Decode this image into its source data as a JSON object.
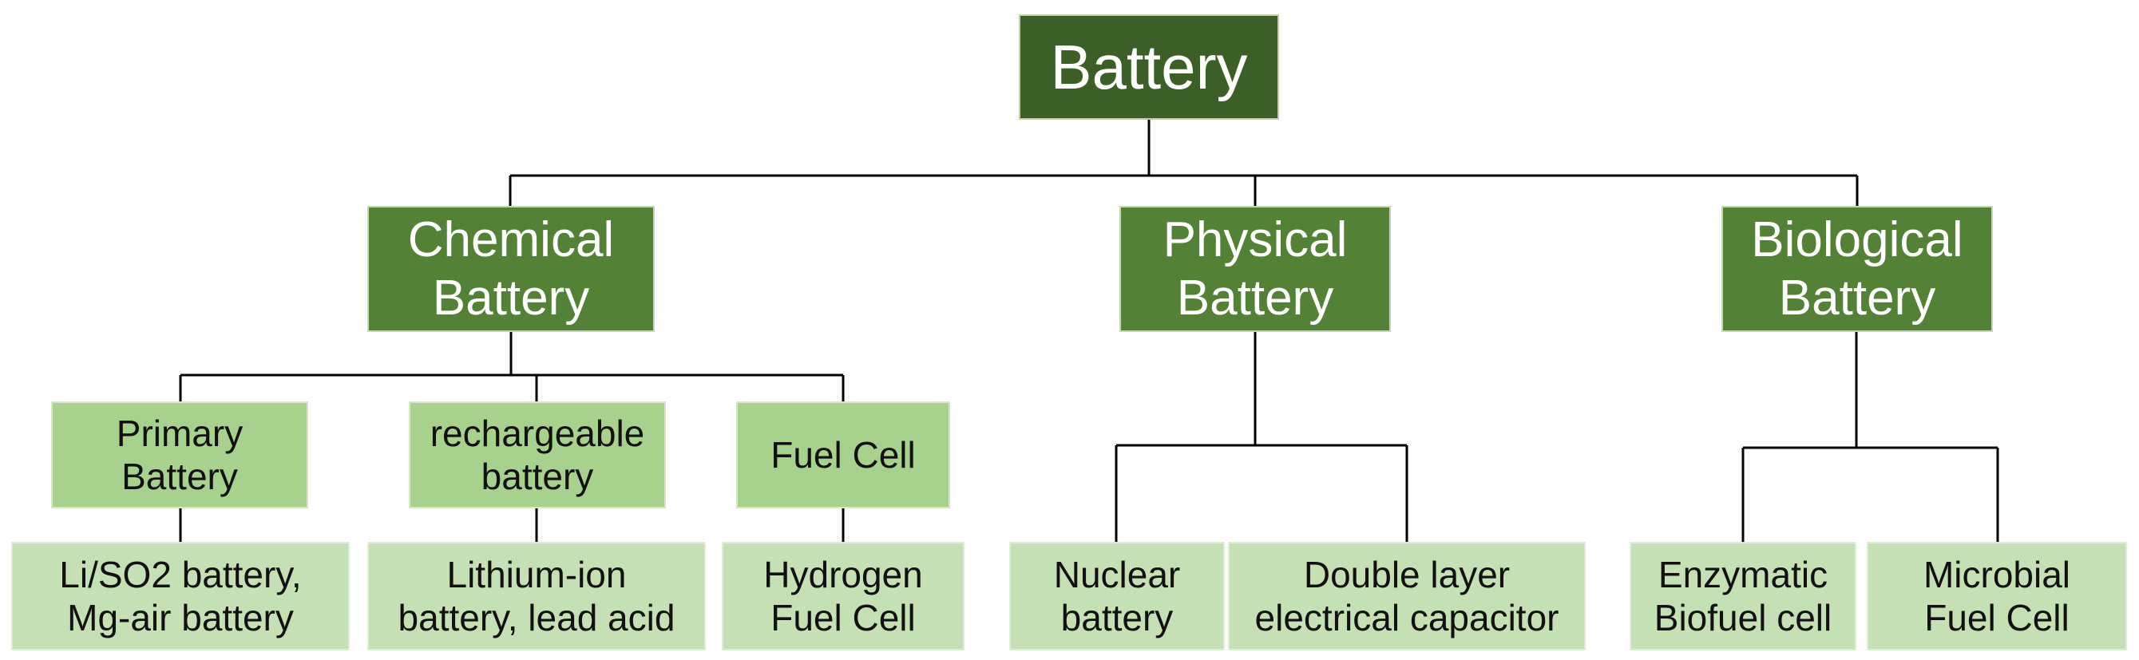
{
  "colors": {
    "root_fill": "#3b5f26",
    "category_fill": "#538135",
    "subcategory_fill": "#a9d18e",
    "leaf_fill": "#c5e0b4",
    "connector": "#000000"
  },
  "tree": {
    "root": "Battery",
    "categories": [
      {
        "label": "Chemical\nBattery",
        "children": [
          {
            "label": "Primary\nBattery",
            "example": "Li/SO2 battery,\nMg-air battery"
          },
          {
            "label": "rechargeable\nbattery",
            "example": "Lithium-ion\nbattery, lead acid"
          },
          {
            "label": "Fuel Cell",
            "example": "Hydrogen\nFuel Cell"
          }
        ]
      },
      {
        "label": "Physical\nBattery",
        "children": [
          {
            "label": "Nuclear\nbattery"
          },
          {
            "label": "Double layer\nelectrical capacitor"
          }
        ]
      },
      {
        "label": "Biological\nBattery",
        "children": [
          {
            "label": "Enzymatic\nBiofuel cell"
          },
          {
            "label": "Microbial\nFuel Cell"
          }
        ]
      }
    ]
  }
}
